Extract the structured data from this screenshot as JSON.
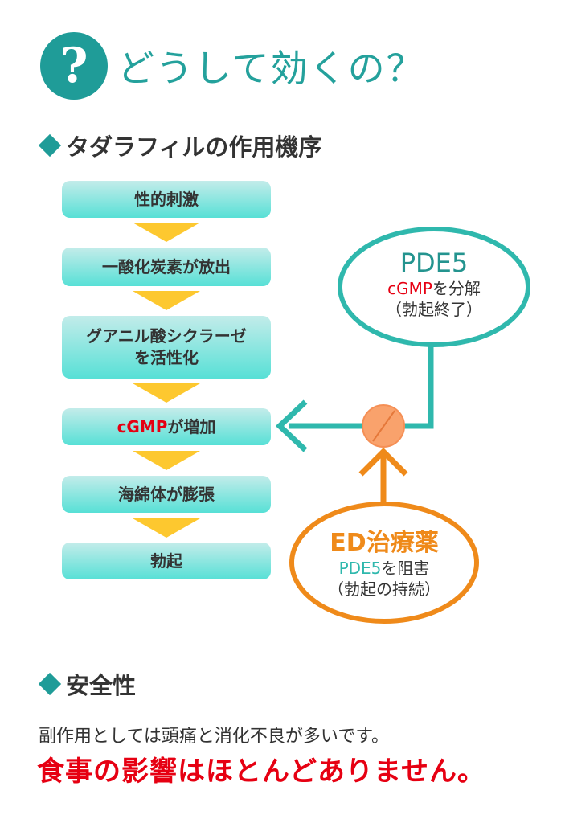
{
  "header": {
    "icon": "question-mark-icon",
    "icon_glyph": "?",
    "title": "どうして効くの？"
  },
  "mechanism": {
    "heading": "タダラフィルの作用機序",
    "steps": [
      {
        "pre": "",
        "highlight": "",
        "text": "性的刺激"
      },
      {
        "pre": "",
        "highlight": "",
        "text": "一酸化炭素が放出"
      },
      {
        "pre": "",
        "highlight": "",
        "text": "グアニル酸シクラーゼ",
        "line2": "を活性化"
      },
      {
        "pre": "",
        "highlight": "cGMP",
        "text": "が増加"
      },
      {
        "pre": "",
        "highlight": "",
        "text": "海綿体が膨張"
      },
      {
        "pre": "",
        "highlight": "",
        "text": "勃起"
      }
    ],
    "pde5_bubble": {
      "title": "PDE5",
      "line1_highlight": "cGMP",
      "line1_rest": "を分解",
      "line2": "（勃起終了）"
    },
    "ed_bubble": {
      "title": "ED治療薬",
      "line1_highlight": "PDE5",
      "line1_rest": "を阻害",
      "line2": "（勃起の持続）"
    },
    "colors": {
      "teal": "#2fb8ad",
      "orange": "#ef8a1a",
      "pill": "#f9a26c",
      "arrow_yellow": "#fdc82f",
      "red": "#e60012"
    }
  },
  "safety": {
    "heading": "安全性",
    "text": "副作用としては頭痛と消化不良が多いです。",
    "emphasis": "食事の影響はほとんどありません。"
  }
}
